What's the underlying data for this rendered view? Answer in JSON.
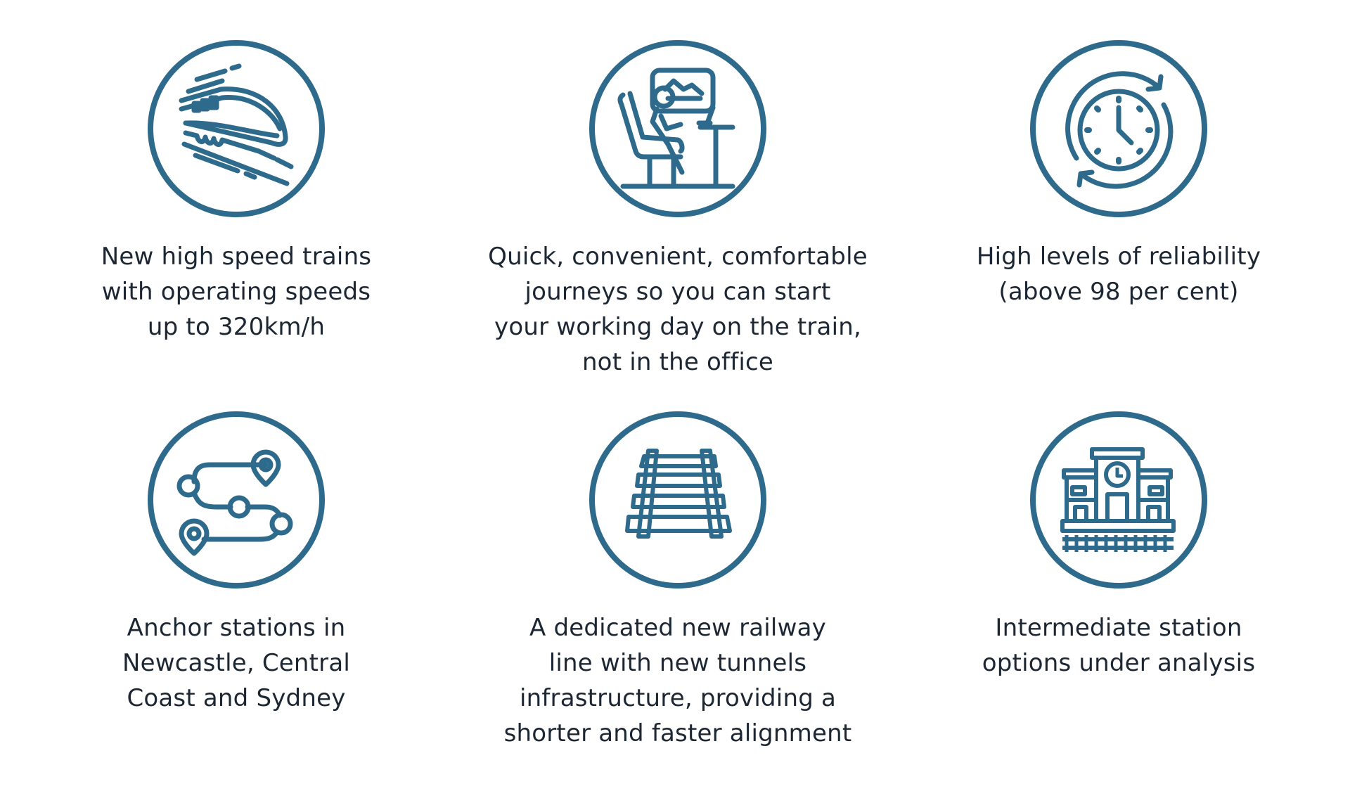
{
  "colors": {
    "icon_stroke": "#2e6a8c",
    "text": "#1c2733",
    "background": "#ffffff"
  },
  "features": [
    {
      "icon": "high-speed-train-icon",
      "lines": [
        "New high speed trains",
        "with operating speeds",
        "up to 320km/h"
      ]
    },
    {
      "icon": "passenger-working-icon",
      "lines": [
        "Quick, convenient, comfortable",
        "journeys so you can start",
        "your working day on the train,",
        "not in the office"
      ]
    },
    {
      "icon": "clock-reliability-icon",
      "lines": [
        "High levels of reliability",
        "(above 98 per cent)"
      ]
    },
    {
      "icon": "route-stations-icon",
      "lines": [
        "Anchor stations in",
        "Newcastle, Central",
        "Coast and Sydney"
      ]
    },
    {
      "icon": "railway-track-icon",
      "lines": [
        "A dedicated new railway",
        "line with new tunnels",
        "infrastructure, providing a",
        "shorter and faster alignment"
      ]
    },
    {
      "icon": "station-building-icon",
      "lines": [
        "Intermediate station",
        "options under analysis"
      ]
    }
  ]
}
